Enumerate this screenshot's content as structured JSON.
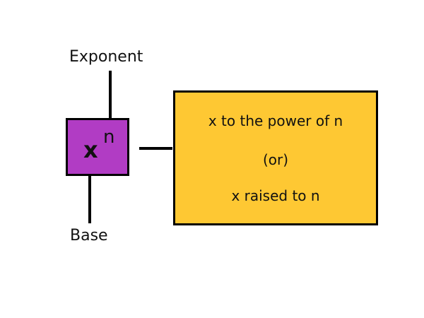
{
  "diagram": {
    "exponent_label": "Exponent",
    "base_label": "Base",
    "base_symbol": "x",
    "exponent_symbol": "n",
    "explanation": {
      "line1": "x to the power of n",
      "line2": "(or)",
      "line3": "x raised to n"
    }
  },
  "colors": {
    "power_box_fill": "#b13cc4",
    "explain_box_fill": "#fec833",
    "line_color": "#000000"
  }
}
